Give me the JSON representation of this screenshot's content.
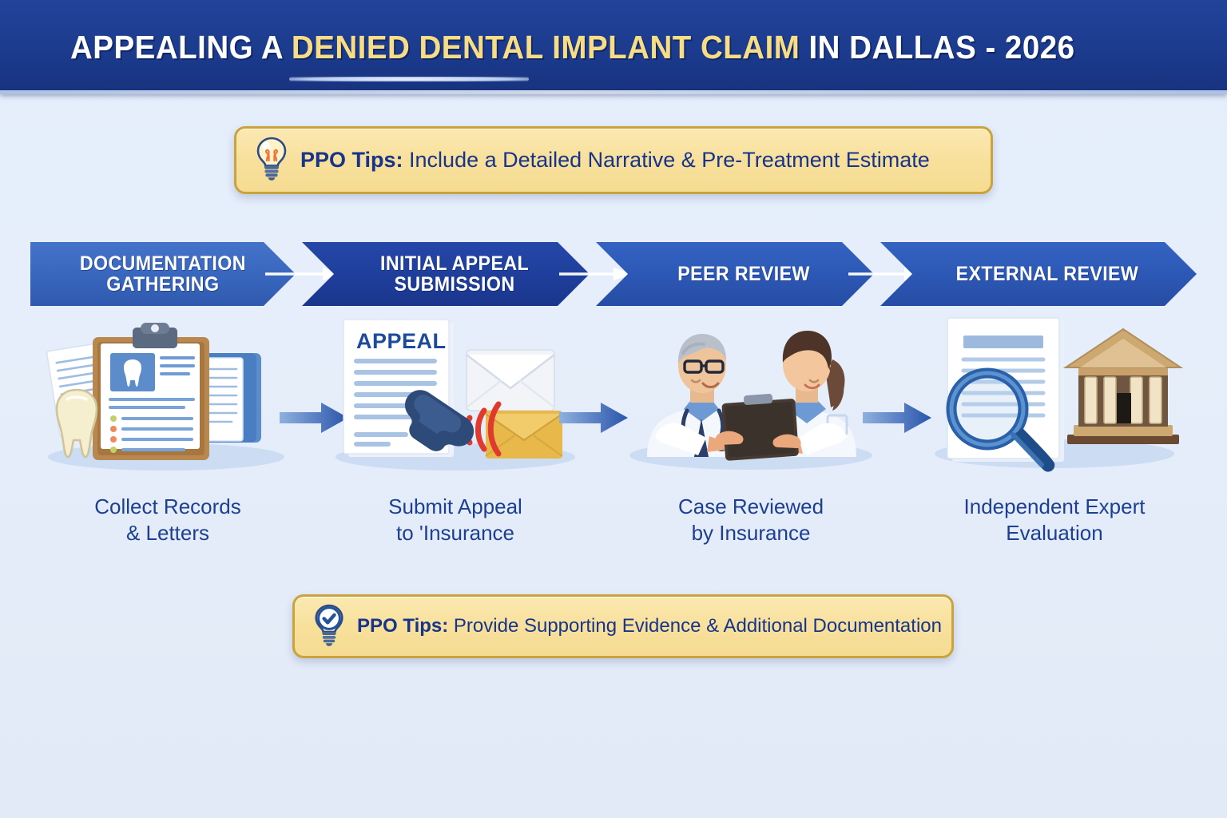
{
  "header": {
    "title_part1": "APPEALING A ",
    "title_highlight": "DENIED DENTAL IMPLANT CLAIM",
    "title_part2": " IN DALLAS - 2026",
    "bar_color": "#1b3a8c",
    "highlight_color": "#f6dd86"
  },
  "tips": {
    "top": {
      "icon": "lightbulb-icon",
      "lead": "PPO Tips:",
      "body": " Include a Detailed Narrative & Pre-Treatment Estimate",
      "banner_color": "#f8e09c",
      "border_color": "#c9a33b",
      "text_color": "#16358a"
    },
    "bottom": {
      "icon": "lightbulb-check-icon",
      "lead": "PPO Tips:",
      "body": " Provide Supporting Evidence & Additional Documentation",
      "banner_color": "#f8e09c",
      "border_color": "#c9a33b",
      "text_color": "#16358a"
    }
  },
  "flow": {
    "steps": [
      {
        "label": "DOCUMENTATION\nGATHERING",
        "caption": "Collect Records\n& Letters",
        "icon": "clipboard-records-tooth-icon",
        "chevron_color": "#3866bd"
      },
      {
        "label": "INITIAL APPEAL\nSUBMISSION",
        "caption": "Submit Appeal\nto 'Insurance",
        "icon": "appeal-letter-envelope-phone-icon",
        "chevron_color": "#1f3e9b"
      },
      {
        "label": "PEER REVIEW",
        "caption": "Case Reviewed\nby Insurance",
        "icon": "two-doctors-clipboard-icon",
        "chevron_color": "#2c57b4"
      },
      {
        "label": "EXTERNAL REVIEW",
        "caption": "Independent Expert\nEvaluation",
        "icon": "magnifier-document-courthouse-icon",
        "chevron_color": "#2c57b4"
      }
    ],
    "connector_icon": "right-arrow-icon",
    "connector_count": 3
  },
  "canvas": {
    "background_top": "#e4edfb",
    "background_bottom": "#e2eaf7"
  }
}
